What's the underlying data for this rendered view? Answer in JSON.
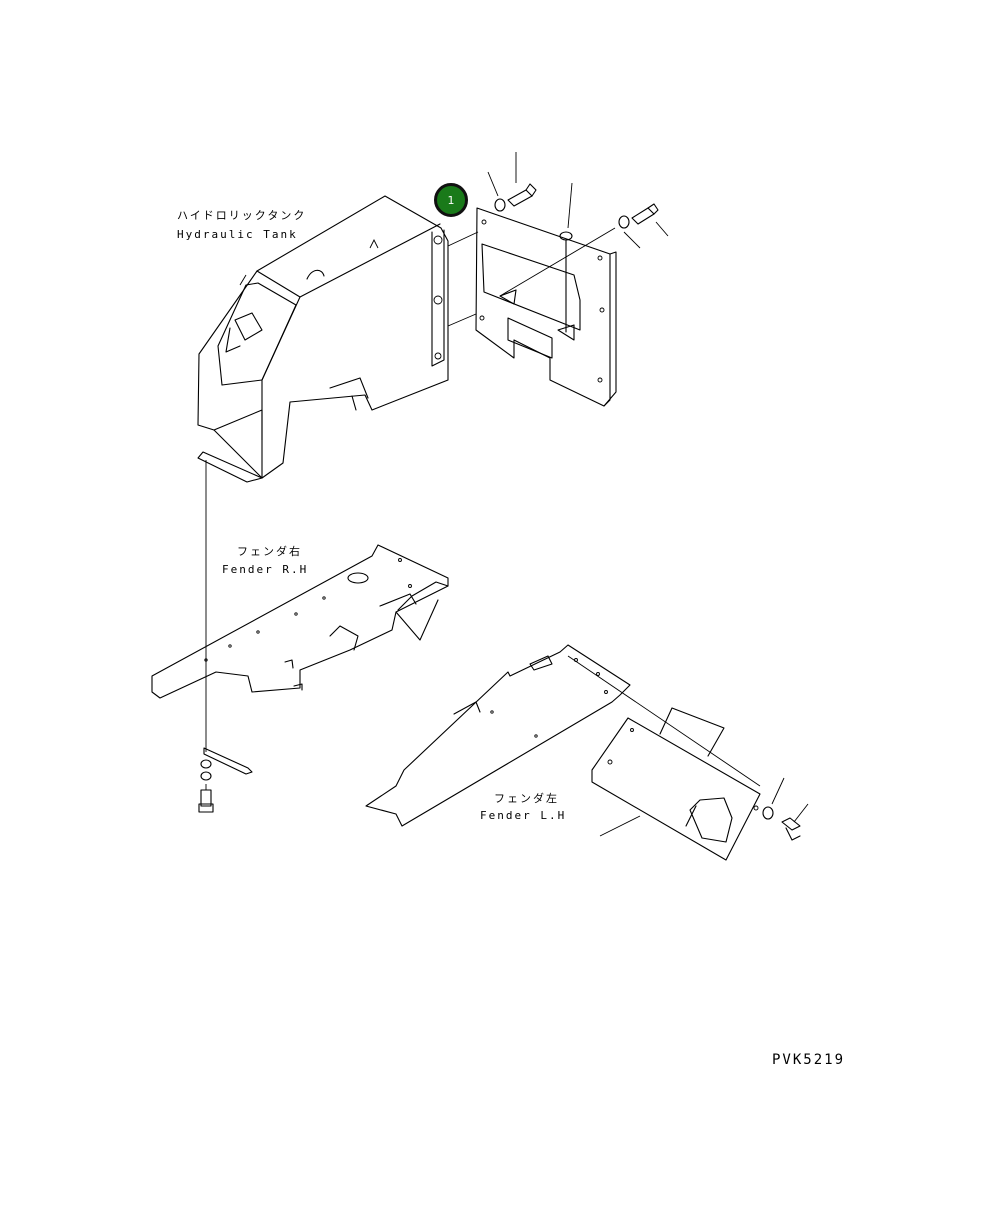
{
  "labels": {
    "hydraulic_tank_jp": "ハイドロリックタンク",
    "hydraulic_tank_en": "Hydraulic Tank",
    "fender_rh_jp": "フェンダ右",
    "fender_rh_en": "Fender R.H",
    "fender_lh_jp": "フェンダ左",
    "fender_lh_en": "Fender L.H"
  },
  "callout": {
    "number": "1",
    "color": "#1a7a1a"
  },
  "drawing_code": "PVK5219"
}
